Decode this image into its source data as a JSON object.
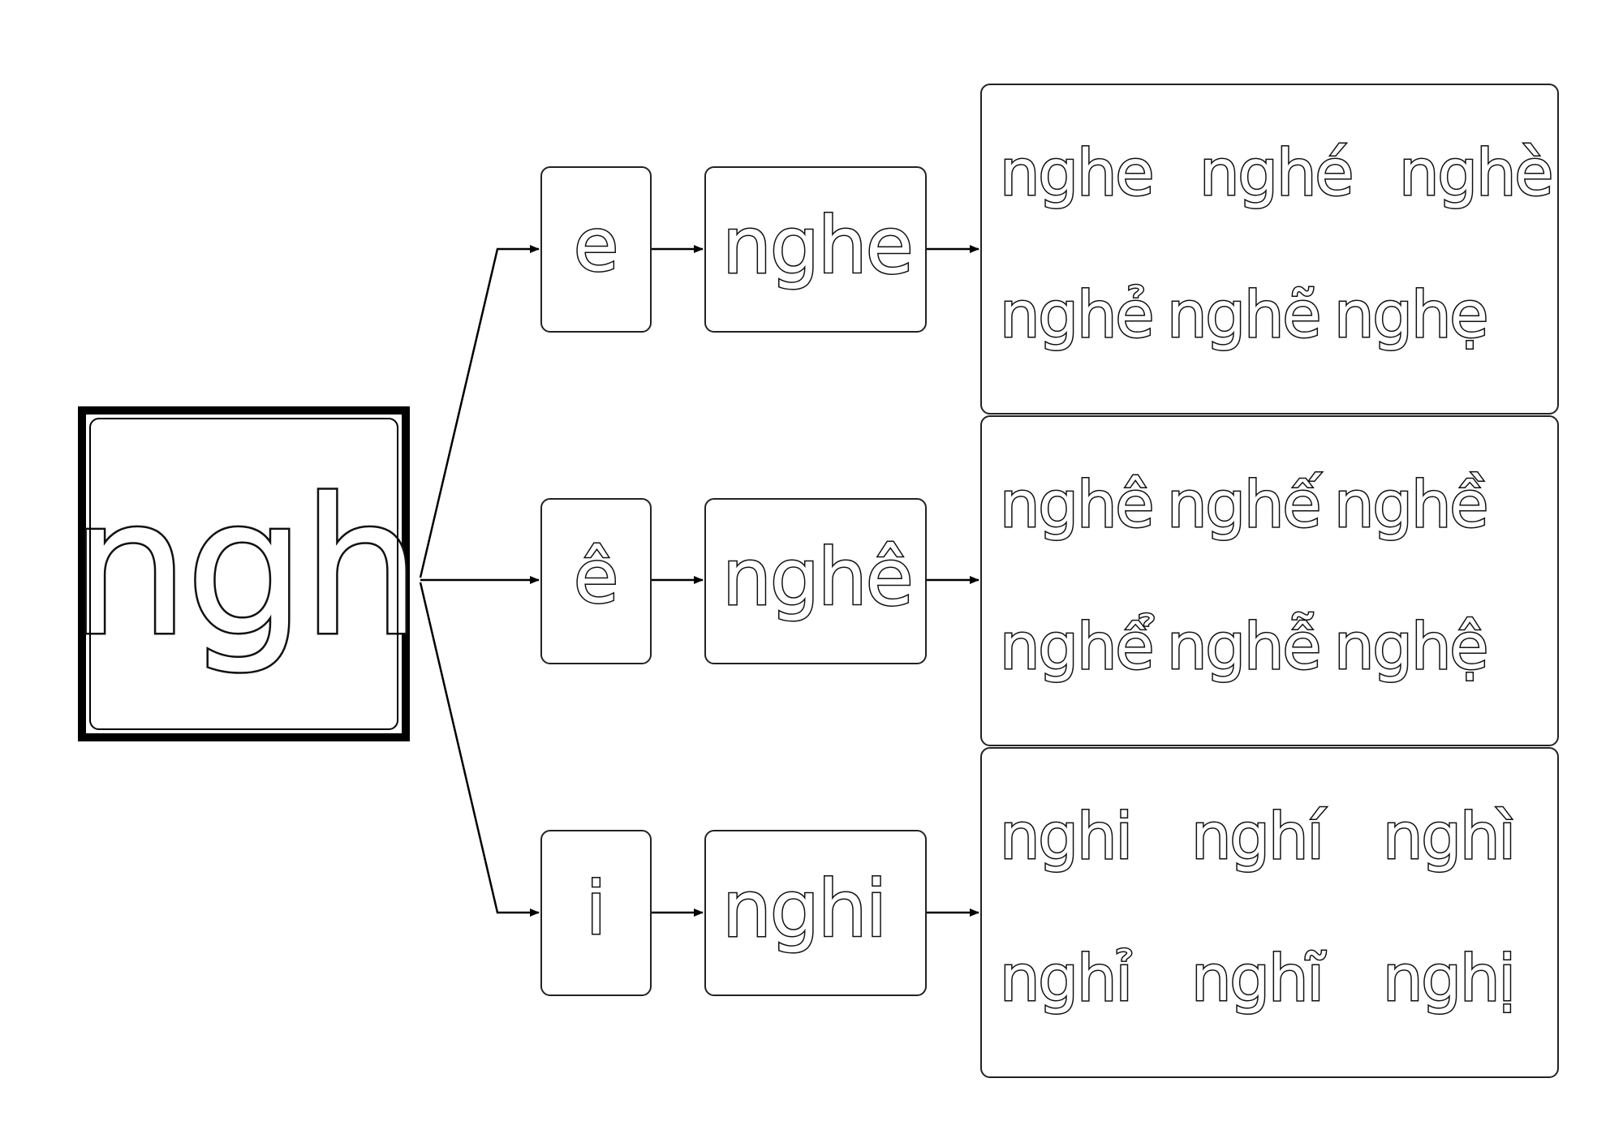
{
  "root": {
    "label": "ngh"
  },
  "branches": [
    {
      "vowel": "e",
      "syllable": "nghe",
      "tones": [
        "nghe",
        "nghé",
        "nghè",
        "nghẻ",
        "nghẽ",
        "nghẹ"
      ]
    },
    {
      "vowel": "ê",
      "syllable": "nghê",
      "tones": [
        "nghê",
        "nghế",
        "nghề",
        "nghể",
        "nghễ",
        "nghệ"
      ]
    },
    {
      "vowel": "i",
      "syllable": "nghi",
      "tones": [
        "nghi",
        "nghí",
        "nghì",
        "nghỉ",
        "nghĩ",
        "nghị"
      ]
    }
  ],
  "colors": {
    "ink": "#111111",
    "fill": "#ffffff",
    "background": "#ffffff"
  }
}
